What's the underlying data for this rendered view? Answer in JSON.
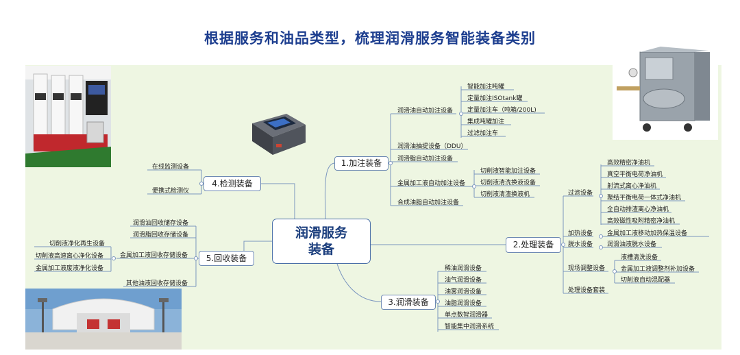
{
  "title": "根据服务和油品类型，梳理润滑服务智能装备类别",
  "center": {
    "line1": "润滑服务",
    "line2": "装备"
  },
  "branches": {
    "b1": {
      "label": "1.加注装备",
      "children": {
        "c1": "润滑油自动加注设备",
        "c2": "润滑油抽提设备（DDU）",
        "c3": "润滑脂自动加注设备",
        "c4": "金属加工液自动加注设备",
        "c5": "合成油脂自动加注设备"
      },
      "c1_items": [
        "智能加注吨罐",
        "定量加注ISOtank罐",
        "定量加注车（吨箱/200L)",
        "集成吨罐加注",
        "过滤加注车"
      ],
      "c4_items": [
        "切削液智能加注设备",
        "切削液清洗换液设备",
        "切削液清渣换液机"
      ]
    },
    "b2": {
      "label": "2.处理装备",
      "children": {
        "filter": "过滤设备",
        "heat": "加热设备",
        "dewater": "脱水设备",
        "onsite": "现场调整设备",
        "kit": "处理设备套装"
      },
      "filter_items": [
        "高效精密净油机",
        "真空平衡电荷净油机",
        "射流式离心净油机",
        "聚结平衡电荷一体式净油机",
        "全自动排渣离心净油机",
        "高效磁性吸附精密净油机"
      ],
      "heat_item": "金属加工液移动加热保温设备",
      "dewater_item": "润滑油液脱水设备",
      "onsite_items": [
        "液槽清洗设备",
        "金属加工液调整剂补加设备",
        "切削液自动混配器"
      ]
    },
    "b3": {
      "label": "3.润滑装备",
      "items": [
        "稀油润滑设备",
        "油气润滑设备",
        "油雾润滑设备",
        "油脂润滑设备",
        "单点数智润滑器",
        "智能集中润滑系统"
      ]
    },
    "b4": {
      "label": "4.检测装备",
      "items": [
        "在线监测设备",
        "便携式检测仪"
      ]
    },
    "b5": {
      "label": "5.回收装备",
      "children": {
        "r1": "润滑油回收储存设备",
        "r2": "润滑脂回收存储设备",
        "r3": "金属加工液回收存储设备",
        "r4": "其他油液回收存储设备"
      },
      "r3_items": [
        "切削液净化再生设备",
        "切削液高速离心净化设备",
        "金属加工液废液净化设备"
      ]
    }
  },
  "colors": {
    "title": "#1d3e8f",
    "panel": "#eef6e2",
    "line": "#7a95bf"
  }
}
